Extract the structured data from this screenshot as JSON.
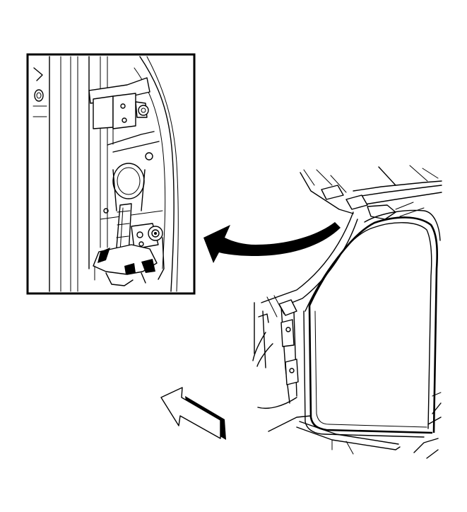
{
  "diagram": {
    "inset_view": "inset-detail-view",
    "callout": "callout-arrow",
    "view_direction": "view-direction-arrow",
    "vehicle": "vehicle-body-pillar"
  }
}
